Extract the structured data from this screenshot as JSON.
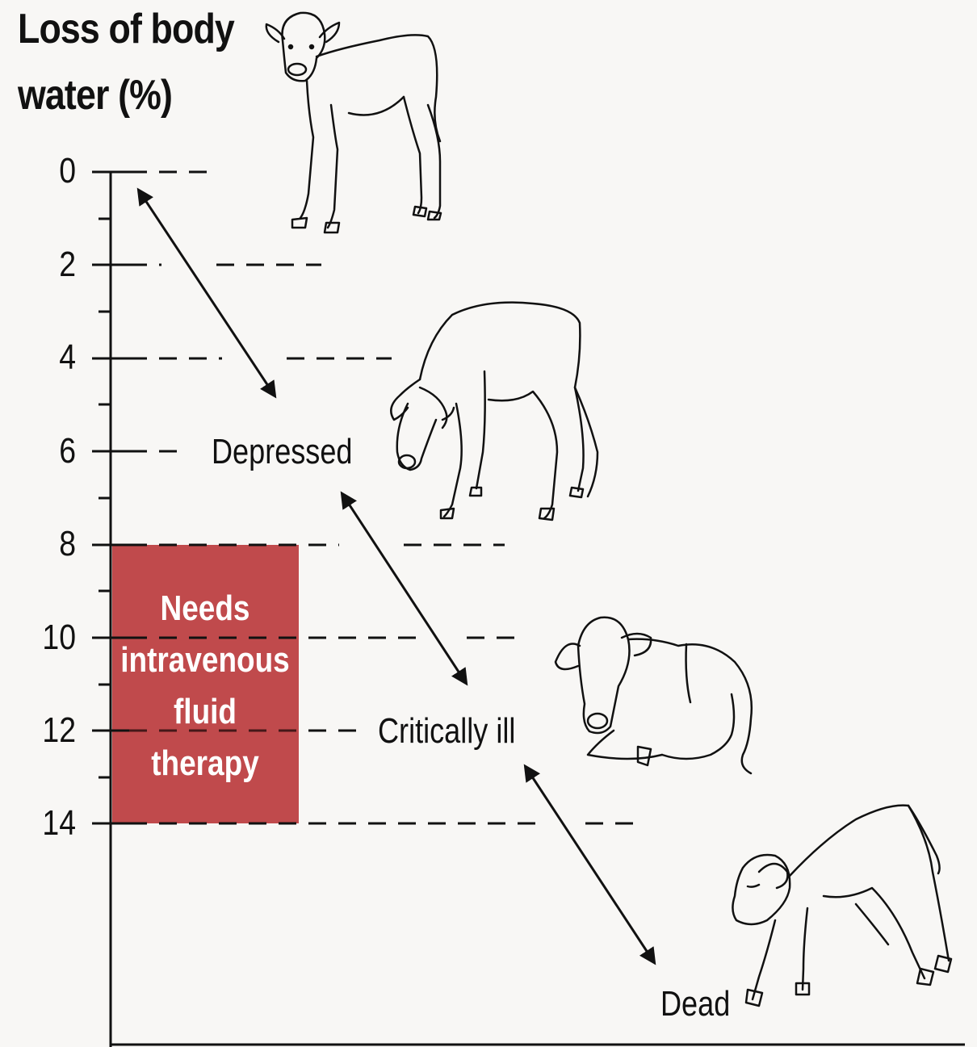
{
  "title": {
    "line1": "Loss of body",
    "line2": "water (%)"
  },
  "axis": {
    "ticks": [
      "0",
      "2",
      "4",
      "6",
      "8",
      "10",
      "12",
      "14"
    ]
  },
  "stages": {
    "depressed": "Depressed",
    "critically_ill": "Critically ill",
    "dead": "Dead"
  },
  "iv_box": {
    "text": "Needs\nintravenous\nfluid\ntherapy",
    "range": [
      8,
      14
    ],
    "color": "#c04a4c"
  },
  "icons": [
    "standing-calf-icon",
    "head-down-calf-icon",
    "lying-calf-icon",
    "collapsing-calf-icon"
  ]
}
